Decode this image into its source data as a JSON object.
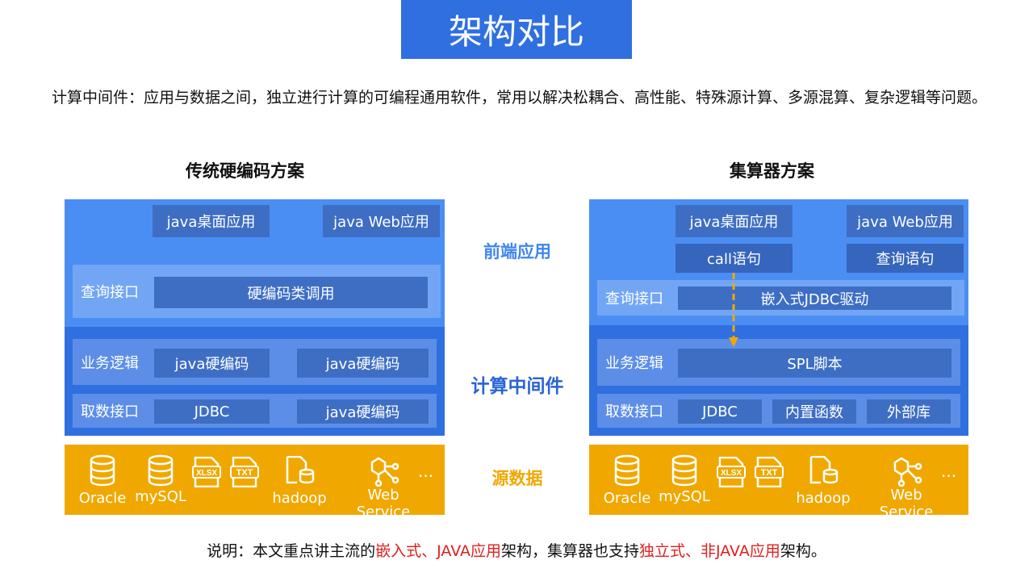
{
  "title": "架构对比",
  "intro": "计算中间件：应用与数据之间，独立进行计算的可编程通用软件，常用以解决松耦合、高性能、特殊源计算、多源混算、复杂逻辑等问题。",
  "left": {
    "title": "传统硬编码方案",
    "app1": "java桌面应用",
    "app2": "java Web应用",
    "query_label": "查询接口",
    "query_box": "硬编码类调用",
    "biz_label": "业务逻辑",
    "biz_box1": "java硬编码",
    "biz_box2": "java硬编码",
    "fetch_label": "取数接口",
    "fetch_box1": "JDBC",
    "fetch_box2": "java硬编码"
  },
  "right": {
    "title": "集算器方案",
    "app1": "java桌面应用",
    "app2": "java Web应用",
    "call": "call语句",
    "query_stmt": "查询语句",
    "query_label": "查询接口",
    "query_box": "嵌入式JDBC驱动",
    "biz_label": "业务逻辑",
    "biz_box": "SPL脚本",
    "fetch_label": "取数接口",
    "fetch_box1": "JDBC",
    "fetch_box2": "内置函数",
    "fetch_box3": "外部库"
  },
  "middle": {
    "frontend": "前端应用",
    "middleware": "计算中间件",
    "source": "源数据"
  },
  "sources": {
    "oracle": "Oracle",
    "mysql": "mySQL",
    "xlsx": "XLSX",
    "txt": "TXT",
    "hadoop": "hadoop",
    "webservice": "Web Service",
    "more": "..."
  },
  "note": {
    "p1": "说明：本文重点讲主流的",
    "r1": "嵌入式、JAVA应用",
    "p2": "架构，集算器也支持",
    "r2": "独立式、非JAVA应用",
    "p3": "架构。"
  },
  "colors": {
    "title_bg": "#2f6fe0",
    "frontend_label": "#3f86ef",
    "middleware_label": "#2a64d6",
    "source_label": "#f0a800",
    "arrow": "#f0a800",
    "highlight": "#e02020"
  }
}
